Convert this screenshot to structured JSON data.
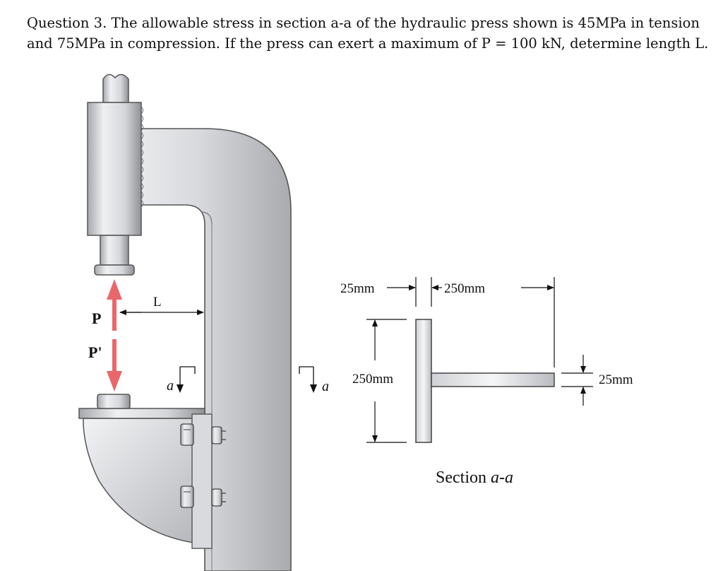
{
  "question": {
    "line1": "Question 3.  The allowable stress in section a-a of the hydraulic press shown is 45MPa in tension",
    "line2": "and 75MPa in compression. If the press can exert a maximum of P = 100 kN, determine length L."
  },
  "figure": {
    "force_up_label": "P",
    "force_down_label": "P'",
    "length_label": "L",
    "section_mark_left": "a",
    "section_mark_right": "a"
  },
  "section": {
    "flange_thickness": "25mm",
    "flange_width": "250mm",
    "web_height": "250mm",
    "web_thickness": "25mm",
    "caption_prefix": "Section ",
    "caption_italic": "a-a"
  },
  "colors": {
    "force_arrow": "#e8676b",
    "metal_light": "#e7e8ea",
    "metal_dark": "#9a9ca0"
  }
}
